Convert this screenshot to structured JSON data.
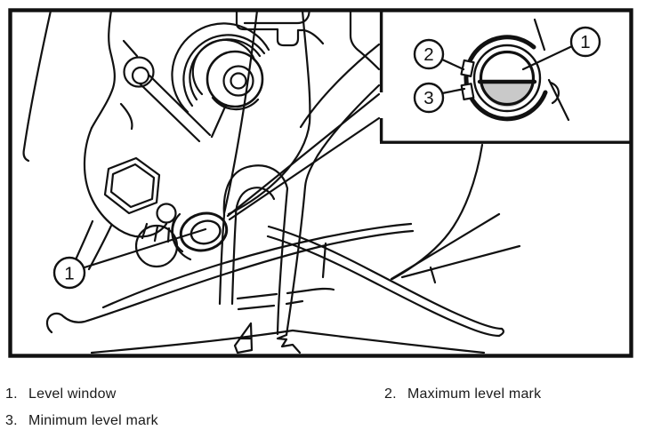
{
  "legend": {
    "items": [
      {
        "number": "1.",
        "label": "Level window"
      },
      {
        "number": "2.",
        "label": "Maximum level mark"
      },
      {
        "number": "3.",
        "label": "Minimum level mark"
      }
    ]
  },
  "callouts": {
    "main": {
      "level_window": "1"
    },
    "inset": {
      "level_window": "1",
      "max_mark": "2",
      "min_mark": "3"
    }
  },
  "colors": {
    "line": "#111111",
    "fluid_gray": "#c9c9c9",
    "paper": "#ffffff",
    "text": "#1a1a1a"
  }
}
